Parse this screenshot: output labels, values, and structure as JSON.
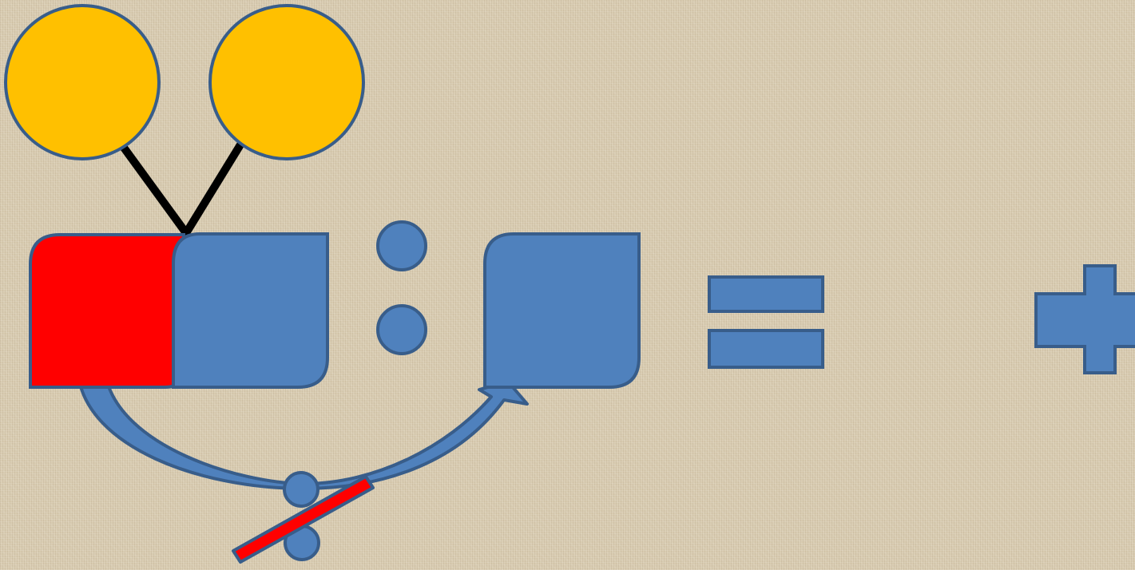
{
  "diagram": {
    "description_free": true,
    "colors": {
      "background": "#d8cbb0",
      "yellow_circle_fill": "#ffc000",
      "blue_fill": "#4f81bd",
      "blue_stroke": "#385d8a",
      "red_fill": "#ff0000",
      "connector_line": "#000000"
    },
    "shapes": [
      {
        "name": "left-yellow-circle",
        "kind": "circle"
      },
      {
        "name": "right-yellow-circle",
        "kind": "circle"
      },
      {
        "name": "red-square",
        "kind": "rounded-square"
      },
      {
        "name": "blue-square-left",
        "kind": "rounded-square"
      },
      {
        "name": "division-colon",
        "kind": "two-dots"
      },
      {
        "name": "blue-square-right",
        "kind": "rounded-square"
      },
      {
        "name": "equals-sign",
        "kind": "two-bars"
      },
      {
        "name": "plus-sign",
        "kind": "cross"
      },
      {
        "name": "curved-arrow",
        "kind": "arc-arrow"
      },
      {
        "name": "crossed-out-colon",
        "kind": "two-dots-with-red-strike"
      }
    ]
  }
}
